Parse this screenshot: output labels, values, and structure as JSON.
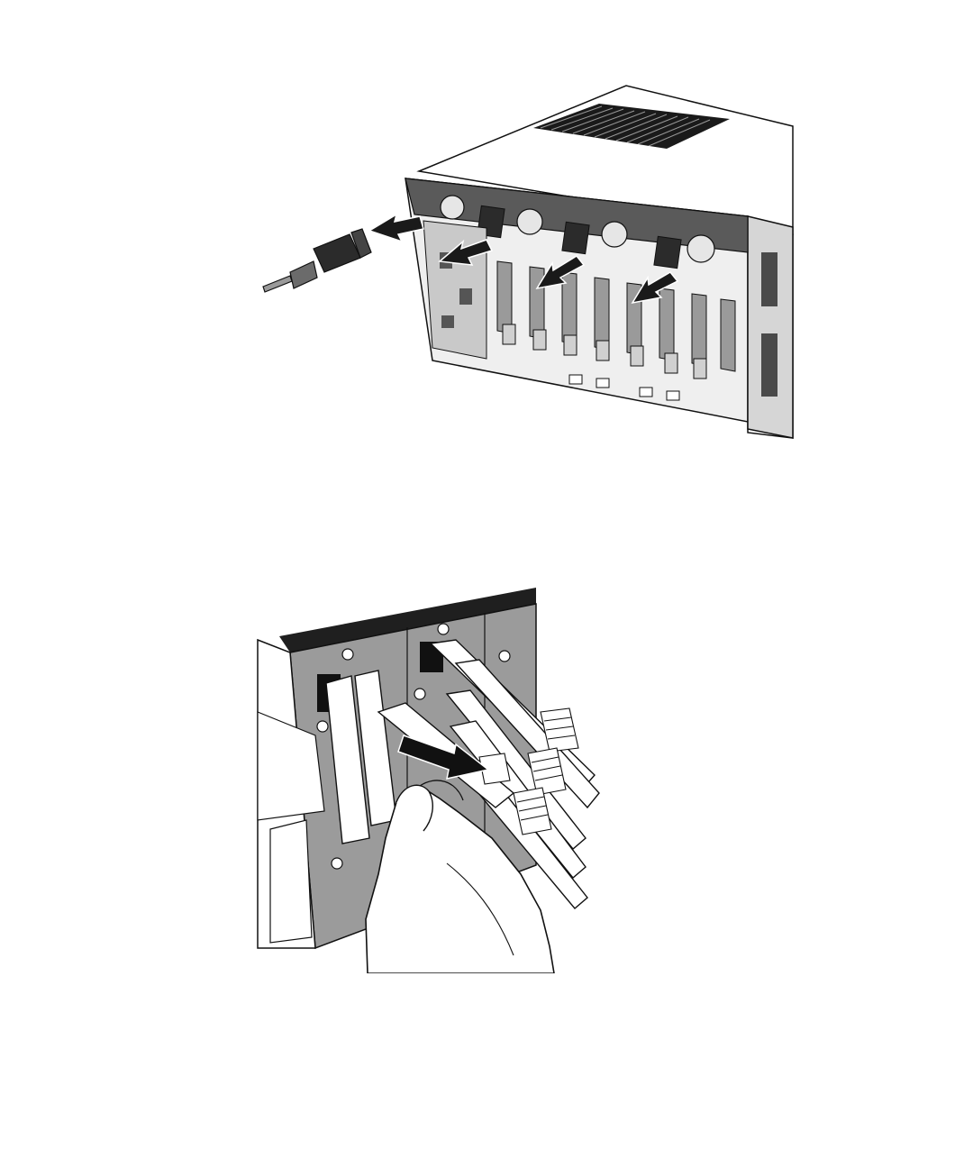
{
  "page": {
    "background": "#ffffff"
  },
  "figures": [
    {
      "id": "server-rear-power-cables",
      "icon": "server-chassis-illustration",
      "arrows": 4,
      "colors": {
        "line": "#111111",
        "fill_dark": "#2b2b2b",
        "fill_mid": "#8c8c8c",
        "fill_light": "#d9d9d9"
      }
    },
    {
      "id": "hand-pulling-cable-connector",
      "icon": "hand-pull-connector-illustration",
      "arrows": 1,
      "colors": {
        "line": "#111111",
        "panel": "#9b9b9b",
        "arrow": "#111111"
      }
    }
  ]
}
